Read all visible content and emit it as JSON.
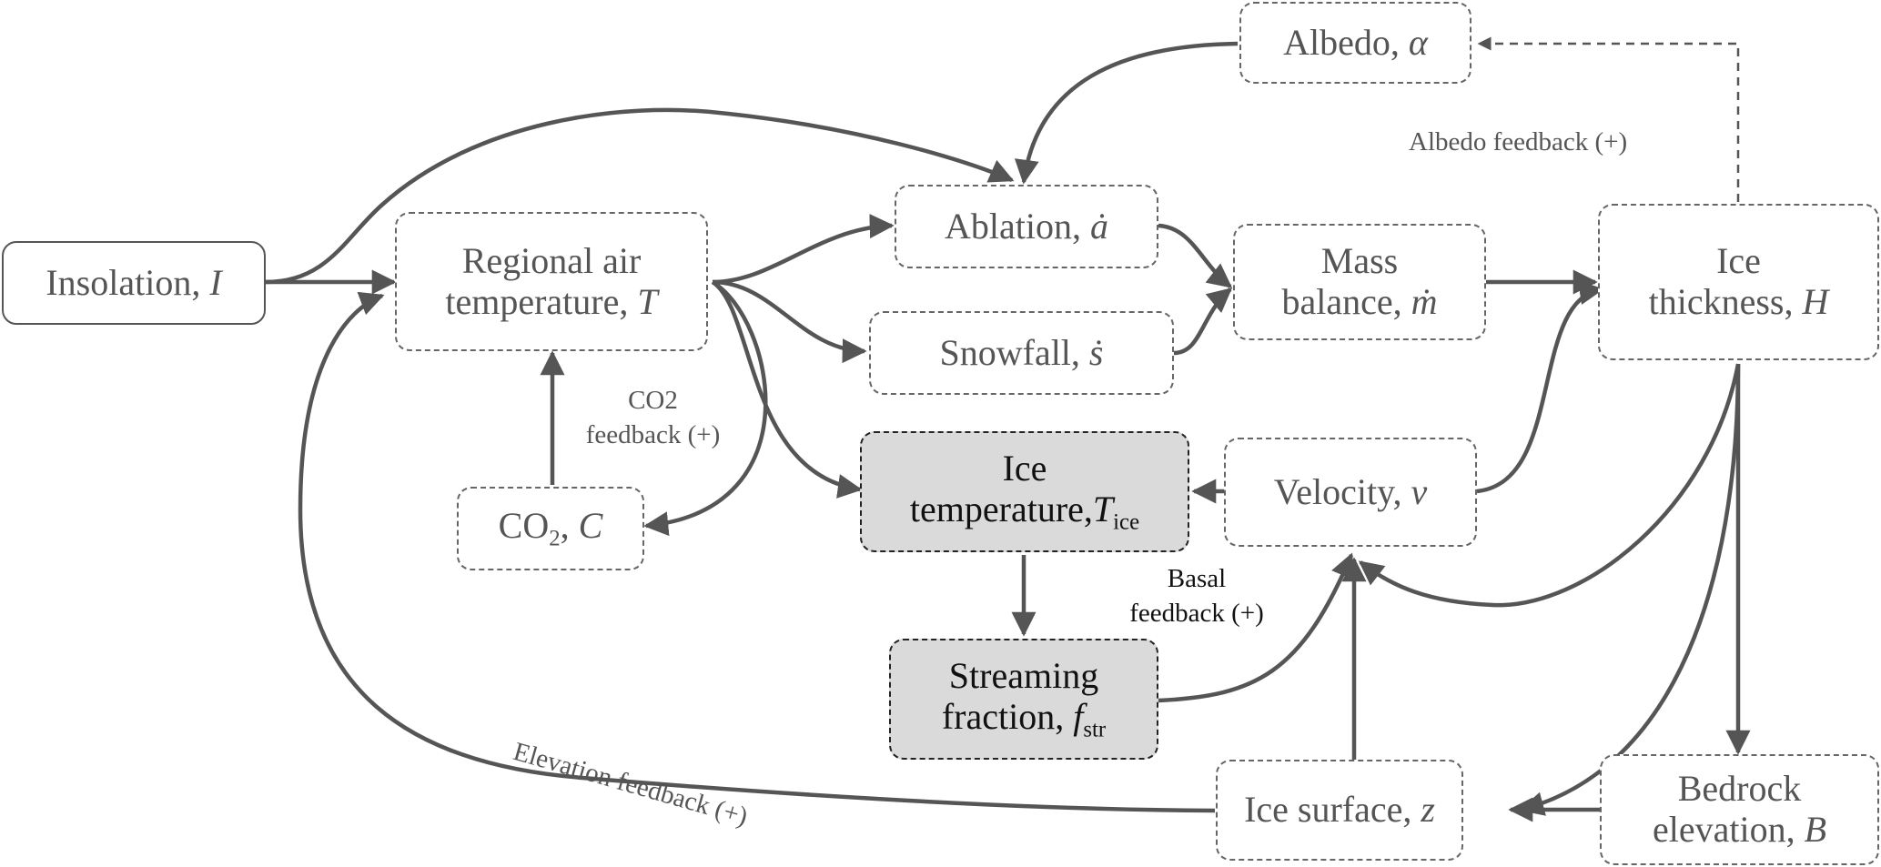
{
  "nodes": {
    "insolation": {
      "text": "Insolation, ",
      "sym": "I"
    },
    "air_temp": {
      "line1": "Regional air",
      "line2": "temperature, ",
      "sym": "T"
    },
    "co2": {
      "text1": "CO",
      "sub": "2",
      "text2": ", ",
      "sym": "C"
    },
    "ablation": {
      "text": "Ablation, ",
      "sym": "ȧ"
    },
    "snowfall": {
      "text": "Snowfall, ",
      "sym": "ṡ"
    },
    "mass_balance": {
      "line1": "Mass",
      "line2": "balance, ",
      "sym": "ṁ"
    },
    "albedo": {
      "text": "Albedo, ",
      "sym": "α"
    },
    "ice_thickness": {
      "line1": "Ice",
      "line2": "thickness, ",
      "sym": "H"
    },
    "ice_temp": {
      "line1": "Ice",
      "line2": "temperature,",
      "sym": "T",
      "sub": "ice"
    },
    "velocity": {
      "text": "Velocity, ",
      "sym": "v"
    },
    "streaming": {
      "line1": "Streaming",
      "line2": "fraction, ",
      "sym": "f",
      "sub": "str"
    },
    "ice_surface": {
      "text": "Ice surface, ",
      "sym": "z"
    },
    "bedrock": {
      "line1": "Bedrock",
      "line2": "elevation, ",
      "sym": "B"
    }
  },
  "labels": {
    "albedo_feedback": "Albedo feedback (+)",
    "co2_feedback_1": "CO2",
    "co2_feedback_2": "feedback (+)",
    "basal_feedback_1": "Basal",
    "basal_feedback_2": "feedback (+)",
    "elevation_feedback": "Elevation feedback (+)"
  }
}
